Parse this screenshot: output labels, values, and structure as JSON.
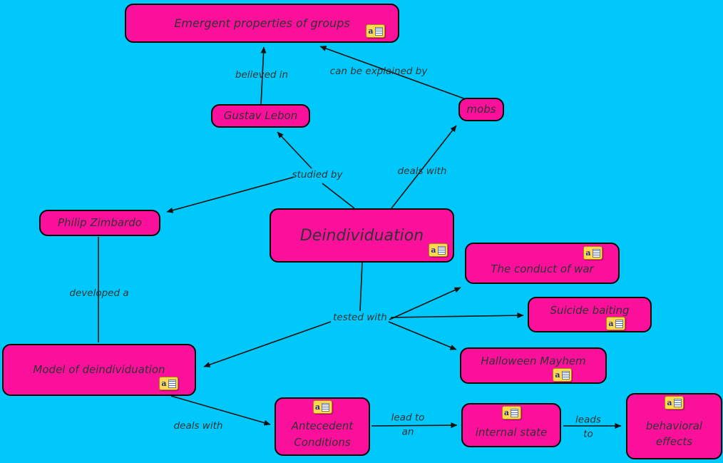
{
  "theme": {
    "bg": "#00c8fa",
    "node-fill": "#fa109b",
    "node-border": "#000000",
    "text": "#333333"
  },
  "nodes": [
    {
      "label": "Emergent properties of groups",
      "has_icon": true
    },
    {
      "label": "Gustav Lebon",
      "has_icon": false
    },
    {
      "label": "mobs",
      "has_icon": false
    },
    {
      "label": "Philip Zimbardo",
      "has_icon": false
    },
    {
      "label": "Deindividuation",
      "has_icon": true
    },
    {
      "label": "The conduct of war",
      "has_icon": true
    },
    {
      "label": "Suicide baiting",
      "has_icon": true
    },
    {
      "label": "Halloween Mayhem",
      "has_icon": true
    },
    {
      "label": "Model of deindividuation",
      "has_icon": true
    },
    {
      "label": "Antecedent Conditions",
      "has_icon": true
    },
    {
      "label": "internal state",
      "has_icon": true
    },
    {
      "label": "behavioral effects",
      "has_icon": true
    }
  ],
  "links": [
    {
      "label": "believed in"
    },
    {
      "label": "can be explained by"
    },
    {
      "label": "studied by"
    },
    {
      "label": "deals with"
    },
    {
      "label": "developed a"
    },
    {
      "label": "tested with"
    },
    {
      "label": "deals with"
    },
    {
      "label": "lead to",
      "label2": "an"
    },
    {
      "label": "leads",
      "label2": "to"
    }
  ],
  "icon": {
    "letter": "a"
  }
}
